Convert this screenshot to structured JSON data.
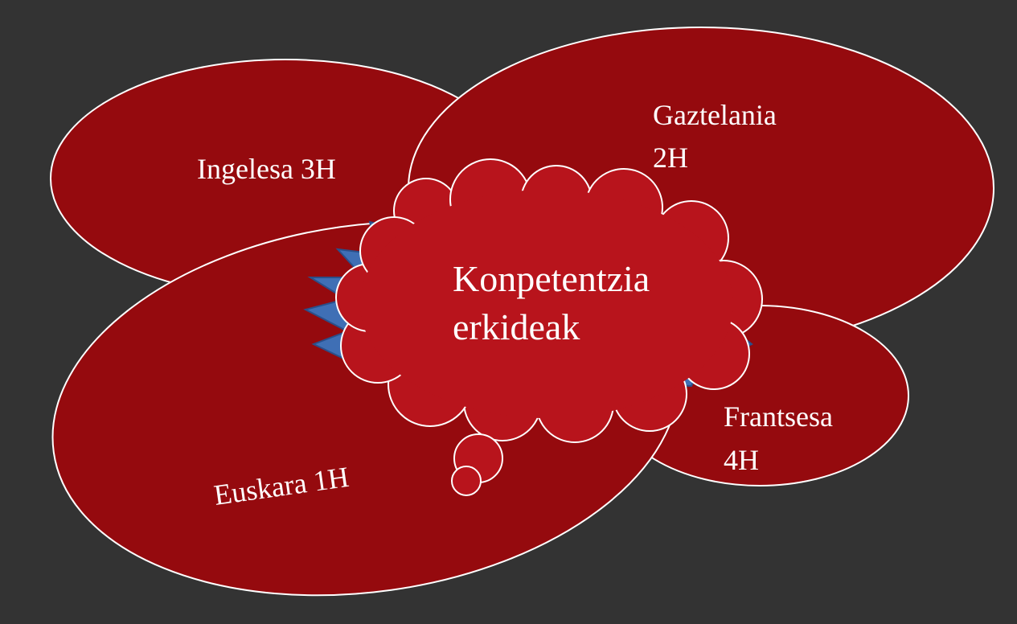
{
  "colors": {
    "background": "#333333",
    "ellipse_fill": "#950a0e",
    "cloud_fill": "#b8141c",
    "outline": "#ffffff",
    "burst_fill": "#3f6fb5",
    "burst_stroke": "#2a4f8a"
  },
  "ellipses": {
    "ingelesa": "Ingelesa 3H",
    "gaztelania_line1": "Gaztelania",
    "gaztelania_line2": "2H",
    "frantsesa_line1": "Frantsesa",
    "frantsesa_line2": "4H",
    "euskara": "Euskara 1H"
  },
  "cloud": {
    "line1": "Konpetentzia",
    "line2": "erkideak"
  }
}
